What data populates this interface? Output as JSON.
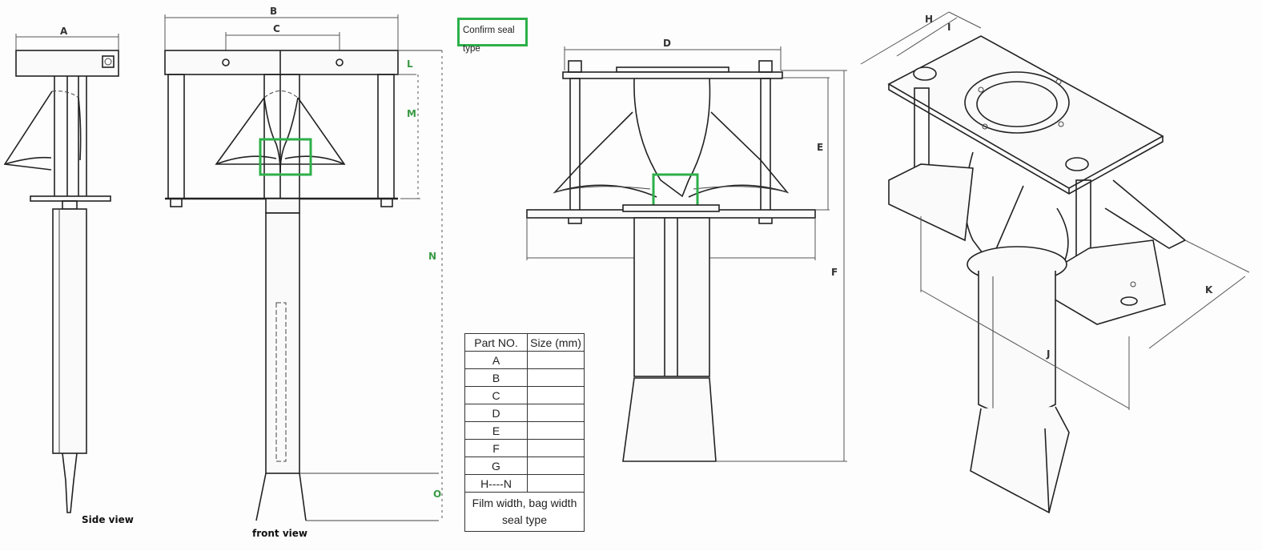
{
  "annotation": {
    "confirm_note": "Confirm seal type"
  },
  "views": {
    "side": "Side view",
    "front": "front view"
  },
  "dimension_labels": {
    "A": "A",
    "B": "B",
    "C": "C",
    "D": "D",
    "E": "E",
    "F": "F",
    "H": "H",
    "I": "I",
    "J": "J",
    "K": "K",
    "L": "L",
    "M": "M",
    "N": "N",
    "O": "O"
  },
  "spec_table": {
    "headers": [
      "Part NO.",
      "Size (mm)"
    ],
    "rows": [
      "A",
      "B",
      "C",
      "D",
      "E",
      "F",
      "G",
      "H----N"
    ],
    "note_line1": "Film width, bag width",
    "note_line2": "seal type"
  },
  "colors": {
    "highlight": "#2db04a",
    "green_label": "#3a9a46",
    "line": "#222222"
  }
}
